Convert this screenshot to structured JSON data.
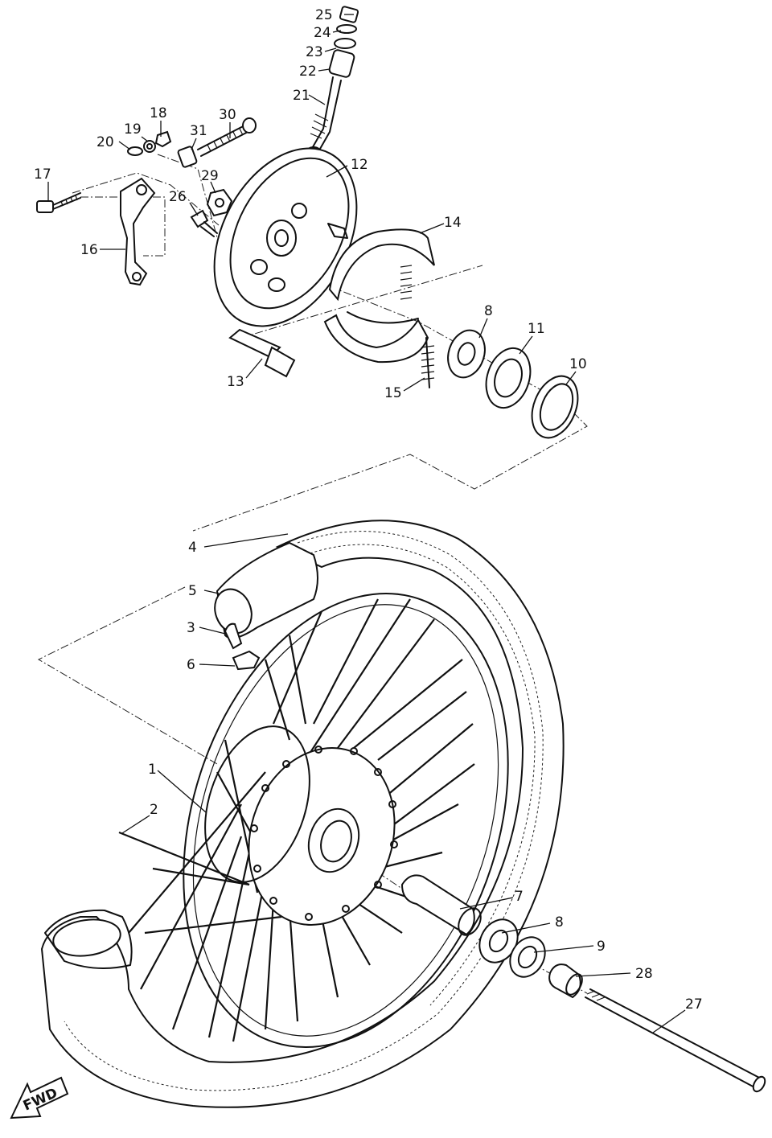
{
  "diagram": {
    "callouts": [
      {
        "id": "1",
        "text": "1"
      },
      {
        "id": "2",
        "text": "2"
      },
      {
        "id": "3",
        "text": "3"
      },
      {
        "id": "4",
        "text": "4"
      },
      {
        "id": "5",
        "text": "5"
      },
      {
        "id": "6",
        "text": "6"
      },
      {
        "id": "7",
        "text": "7"
      },
      {
        "id": "8a",
        "text": "8"
      },
      {
        "id": "8b",
        "text": "8"
      },
      {
        "id": "9",
        "text": "9"
      },
      {
        "id": "10",
        "text": "10"
      },
      {
        "id": "11",
        "text": "11"
      },
      {
        "id": "12",
        "text": "12"
      },
      {
        "id": "13",
        "text": "13"
      },
      {
        "id": "14",
        "text": "14"
      },
      {
        "id": "15",
        "text": "15"
      },
      {
        "id": "16",
        "text": "16"
      },
      {
        "id": "17",
        "text": "17"
      },
      {
        "id": "18",
        "text": "18"
      },
      {
        "id": "19",
        "text": "19"
      },
      {
        "id": "20",
        "text": "20"
      },
      {
        "id": "21",
        "text": "21"
      },
      {
        "id": "22",
        "text": "22"
      },
      {
        "id": "23",
        "text": "23"
      },
      {
        "id": "24",
        "text": "24"
      },
      {
        "id": "25",
        "text": "25"
      },
      {
        "id": "26",
        "text": "26"
      },
      {
        "id": "27",
        "text": "27"
      },
      {
        "id": "28",
        "text": "28"
      },
      {
        "id": "29",
        "text": "29"
      },
      {
        "id": "30",
        "text": "30"
      },
      {
        "id": "31",
        "text": "31"
      }
    ],
    "direction_arrow": {
      "text": "FWD",
      "icon": "fwd-arrow-icon"
    }
  }
}
